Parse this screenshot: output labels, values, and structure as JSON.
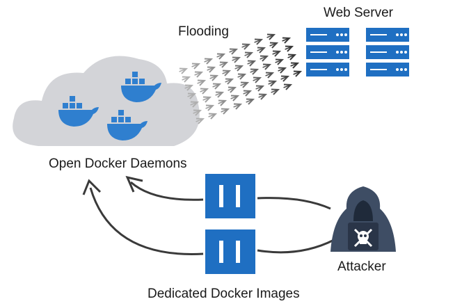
{
  "labels": {
    "web_server": "Web Server",
    "flooding": "Flooding",
    "open_docker_daemons": "Open Docker Daemons",
    "attacker": "Attacker",
    "dedicated_docker_images": "Dedicated Docker Images"
  },
  "colors": {
    "docker_blue": "#2f7fcf",
    "server_blue": "#1f6fc2",
    "cloud_gray": "#d3d4d8",
    "attacker_slate": "#3e4d64",
    "curve_dark": "#3a3a3a",
    "arrow_gray": "#8a8a8a"
  },
  "icons": {
    "cloud": "cloud-icon",
    "whale": "docker-whale-icon",
    "server": "server-rack-icon",
    "container": "docker-image-icon",
    "attacker": "hooded-hacker-icon",
    "skull": "skull-crossbones-icon"
  }
}
